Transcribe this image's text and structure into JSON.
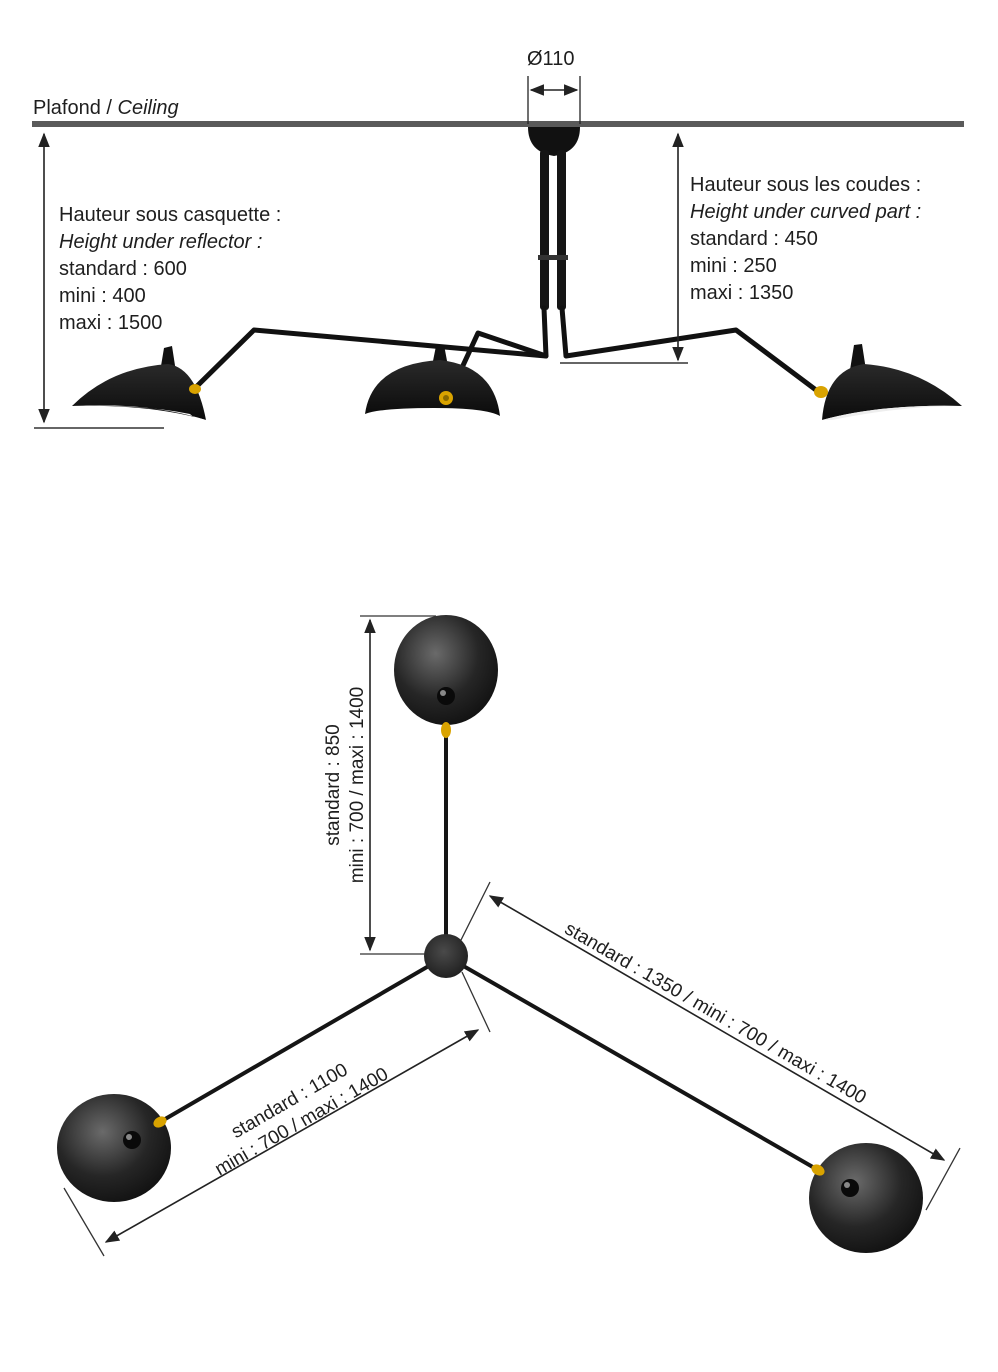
{
  "side_view": {
    "diameter_label": "Ø110",
    "ceiling_fr": "Plafond",
    "ceiling_sep": " / ",
    "ceiling_en": "Ceiling",
    "reflector": {
      "title_fr": "Hauteur sous casquette :",
      "title_en": "Height under reflector :",
      "standard": "standard : 600",
      "mini": "mini : 400",
      "maxi": "maxi : 1500"
    },
    "curved": {
      "title_fr": "Hauteur sous les coudes :",
      "title_en": "Height under curved part :",
      "standard": "standard : 450",
      "mini": "mini : 250",
      "maxi": "maxi : 1350"
    }
  },
  "top_view": {
    "vertical_arm": {
      "line1": "standard : 850",
      "line2": "mini : 700 / maxi : 1400"
    },
    "left_arm": {
      "line1": "standard : 1100",
      "line2": "mini : 700 / maxi : 1400"
    },
    "right_arm": {
      "line1": "standard : 1350 / mini : 700 / maxi : 1400"
    }
  },
  "colors": {
    "lamp": "#1c1c1c",
    "brass": "#d9a300",
    "ceiling": "#5a5a5a",
    "dimension": "#222222"
  }
}
